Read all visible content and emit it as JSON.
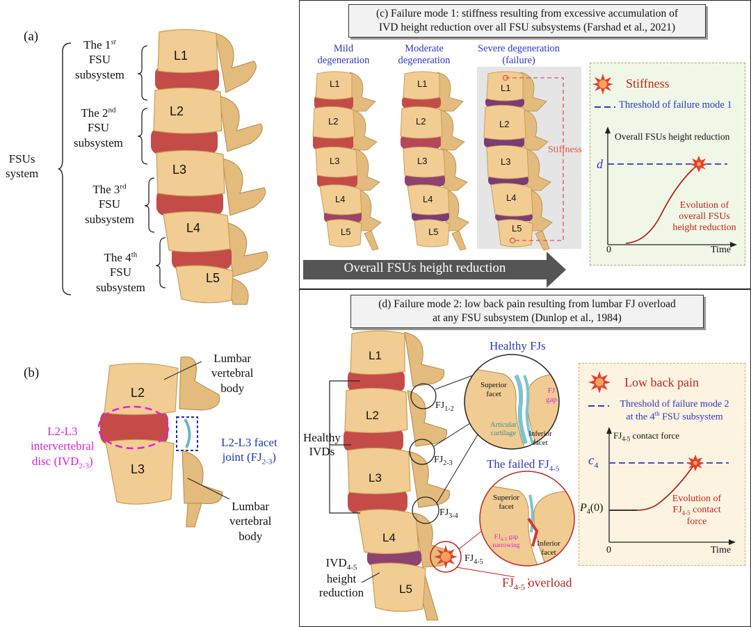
{
  "panel_a": {
    "label": "(a)",
    "system_label": "FSUs\nsystem",
    "subsystems": [
      {
        "pre": "The 1",
        "sup": "st",
        "line2": "FSU",
        "line3": "subsystem"
      },
      {
        "pre": "The 2",
        "sup": "nd",
        "line2": "FSU",
        "line3": "subsystem"
      },
      {
        "pre": "The 3",
        "sup": "rd",
        "line2": "FSU",
        "line3": "subsystem"
      },
      {
        "pre": "The 4",
        "sup": "th",
        "line2": "FSU",
        "line3": "subsystem"
      }
    ],
    "vertebrae": [
      "L1",
      "L2",
      "L3",
      "L4",
      "L5"
    ]
  },
  "panel_b": {
    "label": "(b)",
    "vertebrae": [
      "L2",
      "L3"
    ],
    "lumbar_body_top": "Lumbar\nvertebral\nbody",
    "lumbar_body_bottom": "Lumbar\nvertebral\nbody",
    "disc_label_line1": "L2-L3",
    "disc_label_line2": "intervertebral",
    "disc_label_line3_pre": "disc (IVD",
    "disc_label_sub": "2-3",
    "disc_label_post": ")",
    "facet_label_line1": "L2-L3 facet",
    "facet_label_line2_pre": "joint (FJ",
    "facet_label_sub": "2-3",
    "facet_label_post": ")"
  },
  "panel_c": {
    "title_line1": "(c) Failure mode 1: stiffness resulting from excessive accumulation of",
    "title_line2": "IVD height reduction over all FSU subsystems (Farshad et al., 2021)",
    "stages": [
      {
        "line1": "Mild",
        "line2": "degeneration"
      },
      {
        "line1": "Moderate",
        "line2": "degeneration"
      },
      {
        "line1": "Severe degeneration",
        "line2": "(failure)"
      }
    ],
    "vertebrae": [
      "L1",
      "L2",
      "L3",
      "L4",
      "L5"
    ],
    "stiffness_tag": "Stiffness",
    "arrow_label": "Overall FSUs height reduction",
    "legend_stiffness": "Stiffness",
    "legend_threshold": "Threshold of failure mode 1",
    "graph_ylabel": "Overall FSUs height reduction",
    "graph_threshold_symbol": "d",
    "graph_origin": "0",
    "graph_xlabel": "Time",
    "graph_curve_label": "Evolution of\noverall FSUs\nheight reduction"
  },
  "panel_d": {
    "title_line1": "(d) Failure mode 2: low back pain resulting from lumbar FJ overload",
    "title_line2": "at any FSU subsystem (Dunlop et al., 1984)",
    "vertebrae": [
      "L1",
      "L2",
      "L3",
      "L4",
      "L5"
    ],
    "healthy_ivds": "Healthy\nIVDs",
    "fj_labels": [
      {
        "pre": "FJ",
        "sub": "1-2"
      },
      {
        "pre": "FJ",
        "sub": "2-3"
      },
      {
        "pre": "FJ",
        "sub": "3-4"
      },
      {
        "pre": "FJ",
        "sub": "4-5"
      }
    ],
    "ivd45_pre": "IVD",
    "ivd45_sub": "4-5",
    "ivd45_rest": "height\nreduction",
    "healthy_fjs": "Healthy FJs",
    "failed_fj_pre": "The failed FJ",
    "failed_fj_sub": "4-5",
    "healthy_detail": {
      "superior": "Superior\nfacet",
      "fj_gap": "FJ\ngap",
      "cartilage": "Articular\ncartilage",
      "inferior": "Inferior\nfacet"
    },
    "failed_detail": {
      "superior": "Superior\nfacet",
      "gap_pre": "FJ",
      "gap_sub": "4-5",
      "gap_post": " gap\nnarrowing",
      "inferior": "Inferior\nfacet"
    },
    "overload_pre": "FJ",
    "overload_sub": "4-5",
    "overload_post": " overload",
    "legend_pain": "Low back pain",
    "legend_threshold_line1": "Threshold of failure mode 2",
    "legend_threshold_line2_pre": "at the 4",
    "legend_threshold_sup": "th",
    "legend_threshold_line2_post": " FSU subsystem",
    "graph_ylabel_pre": "FJ",
    "graph_ylabel_sub": "4-5",
    "graph_ylabel_post": " contact force",
    "graph_threshold_pre": "c",
    "graph_threshold_sub": "4",
    "graph_p0_pre": "P",
    "graph_p0_sub": "4",
    "graph_p0_post": "(0)",
    "graph_origin": "0",
    "graph_xlabel": "Time",
    "graph_curve_line1": "Evolution of",
    "graph_curve_line2_pre": "FJ",
    "graph_curve_line2_sub": "4-5",
    "graph_curve_line2_post": " contact",
    "graph_curve_line3": "force"
  },
  "colors": {
    "bone": "#f0cc92",
    "bone_dark": "#c79a55",
    "disc": "#c64b48",
    "disc_degen": "#7e3b73",
    "threshold": "#2b37c8",
    "curve": "#b3231c",
    "arrow": "#555555"
  }
}
